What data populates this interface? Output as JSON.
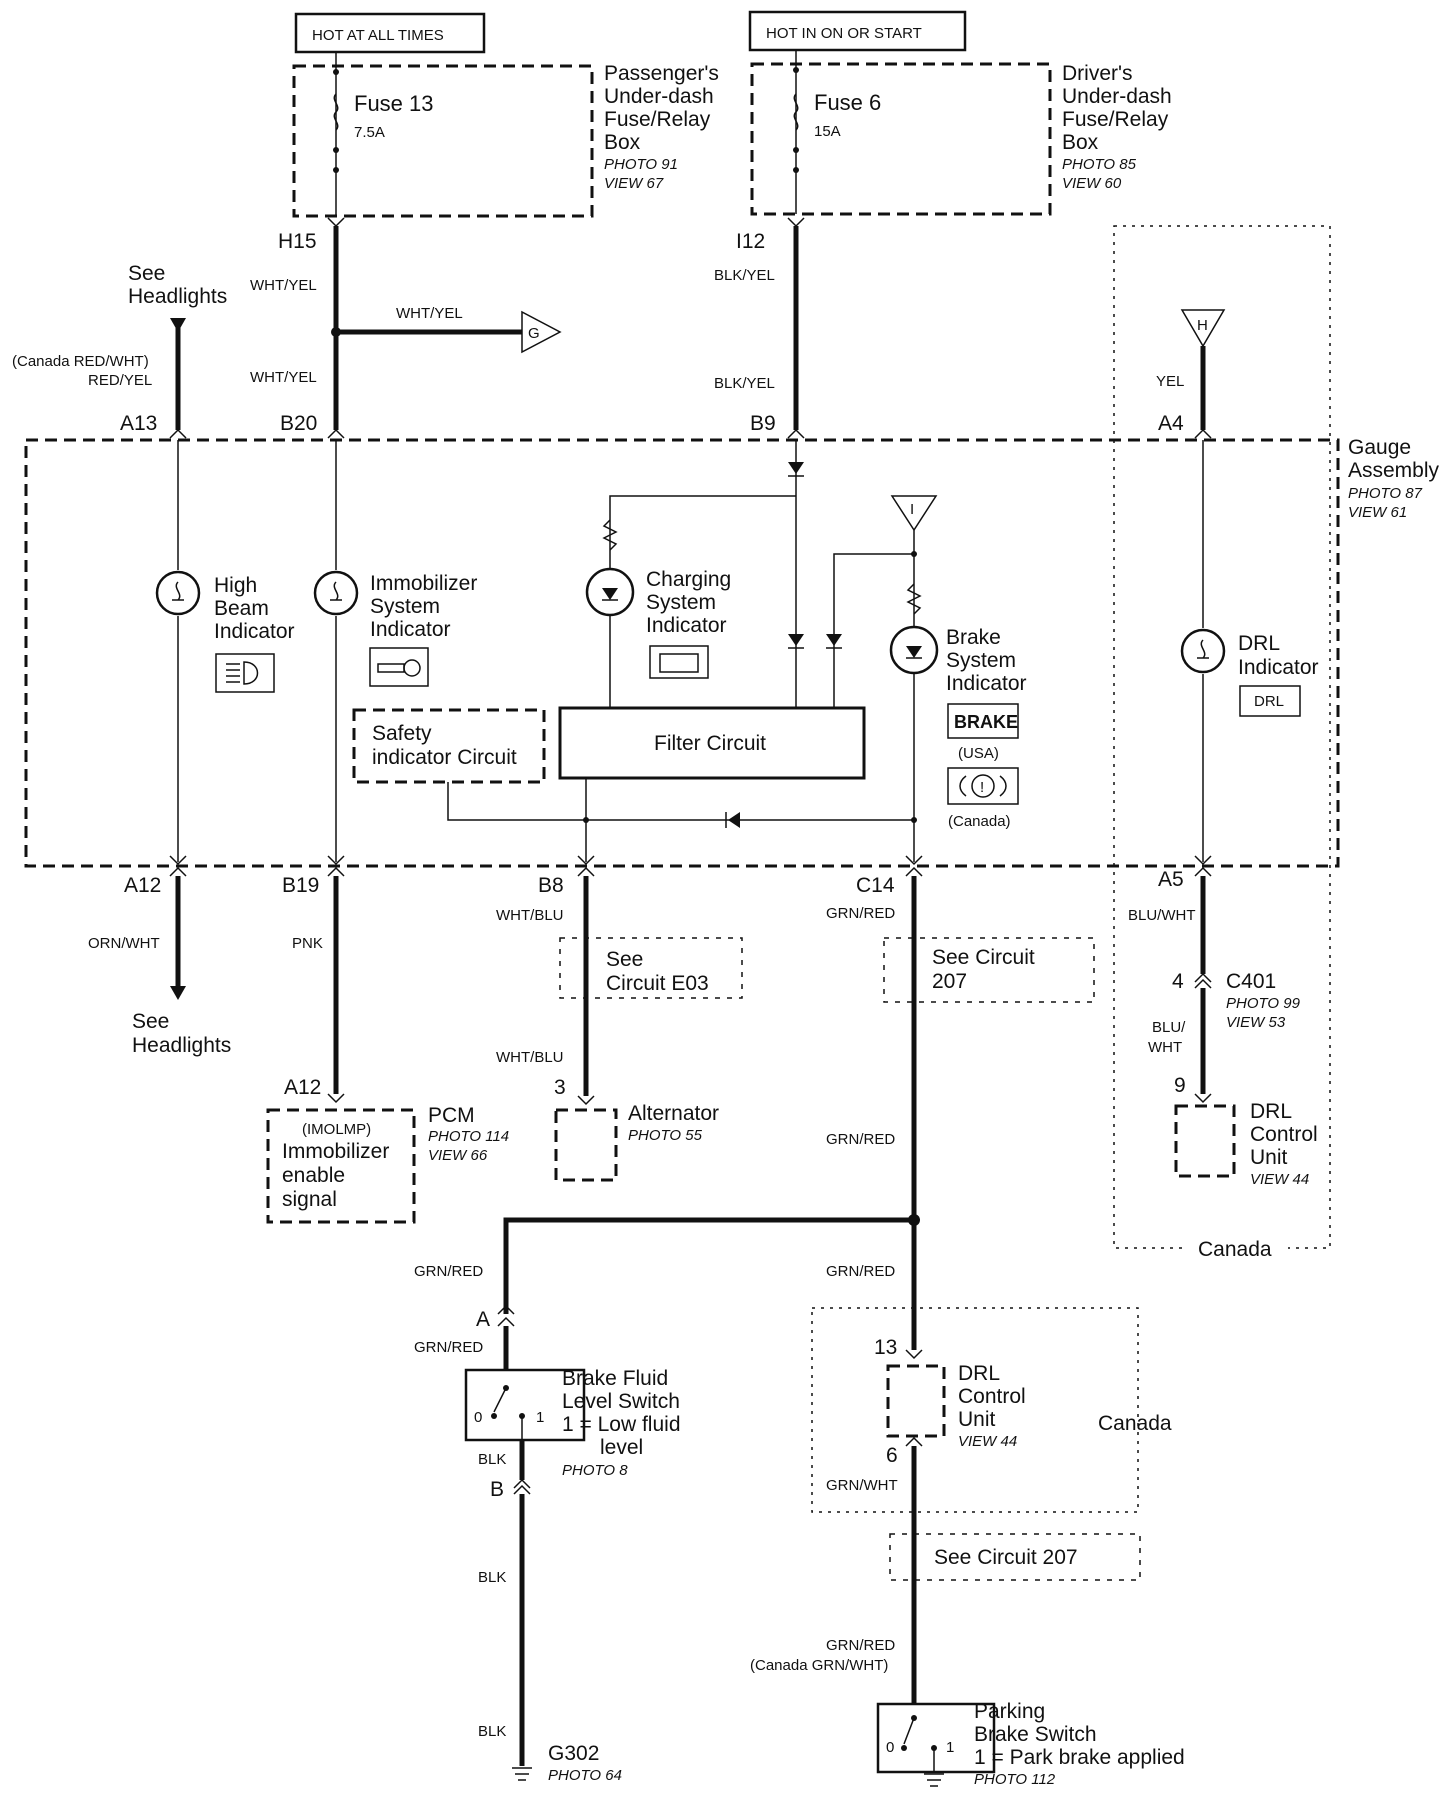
{
  "supply": {
    "hot_all_times": "HOT AT ALL TIMES",
    "hot_on_start": "HOT IN ON OR START"
  },
  "fuse13": {
    "name": "Fuse 13",
    "rating": "7.5A"
  },
  "fuse6": {
    "name": "Fuse 6",
    "rating": "15A"
  },
  "passenger_box": {
    "l1": "Passenger's",
    "l2": "Under-dash",
    "l3": "Fuse/Relay",
    "l4": "Box",
    "photo": "PHOTO 91",
    "view": "VIEW 67"
  },
  "driver_box": {
    "l1": "Driver's",
    "l2": "Under-dash",
    "l3": "Fuse/Relay",
    "l4": "Box",
    "photo": "PHOTO 85",
    "view": "VIEW 60"
  },
  "gauge": {
    "l1": "Gauge",
    "l2": "Assembly",
    "photo": "PHOTO 87",
    "view": "VIEW 61"
  },
  "connectors": {
    "h15": "H15",
    "i12": "I12",
    "a13": "A13",
    "b20": "B20",
    "b9": "B9",
    "a4": "A4",
    "a12": "A12",
    "b19": "B19",
    "b8": "B8",
    "c14": "C14",
    "a5": "A5",
    "pcm_a12": "A12",
    "alt_3": "3",
    "c401_4": "4",
    "drl_9": "9",
    "drl_13": "13",
    "drl_6": "6",
    "bf_a": "A",
    "bf_b": "B"
  },
  "wires": {
    "wht_yel_1": "WHT/YEL",
    "wht_yel_g": "WHT/YEL",
    "wht_yel_2": "WHT/YEL",
    "blk_yel_1": "BLK/YEL",
    "blk_yel_2": "BLK/YEL",
    "canada_red_wht": "(Canada RED/WHT)",
    "red_yel": "RED/YEL",
    "yel": "YEL",
    "orn_wht": "ORN/WHT",
    "pnk": "PNK",
    "wht_blu_1": "WHT/BLU",
    "wht_blu_2": "WHT/BLU",
    "grn_red_1": "GRN/RED",
    "grn_red_2": "GRN/RED",
    "grn_red_3": "GRN/RED",
    "grn_red_4": "GRN/RED",
    "grn_red_5": "GRN/RED",
    "grn_red_6": "GRN/RED",
    "canada_grn_wht": "(Canada GRN/WHT)",
    "blu_wht": "BLU/WHT",
    "blu_wht_2a": "BLU/",
    "blu_wht_2b": "WHT",
    "grn_wht": "GRN/WHT",
    "blk_1": "BLK",
    "blk_2": "BLK",
    "blk_3": "BLK"
  },
  "refs": {
    "see_headlights_top_1": "See",
    "see_headlights_top_2": "Headlights",
    "see_headlights_bot_1": "See",
    "see_headlights_bot_2": "Headlights",
    "g_tri": "G",
    "h_tri": "H",
    "i_tri": "I",
    "see_e03_1": "See",
    "see_e03_2": "Circuit E03",
    "see_207a_1": "See Circuit",
    "see_207a_2": "207",
    "see_207b": "See Circuit 207"
  },
  "indicators": {
    "high_beam": {
      "l1": "High",
      "l2": "Beam",
      "l3": "Indicator"
    },
    "immobilizer": {
      "l1": "Immobilizer",
      "l2": "System",
      "l3": "Indicator"
    },
    "charging": {
      "l1": "Charging",
      "l2": "System",
      "l3": "Indicator"
    },
    "brake": {
      "l1": "Brake",
      "l2": "System",
      "l3": "Indicator",
      "brake_word": "BRAKE",
      "usa": "(USA)",
      "canada": "(Canada)"
    },
    "drl": {
      "l1": "DRL",
      "l2": "Indicator",
      "badge": "DRL"
    }
  },
  "safety": {
    "l1": "Safety",
    "l2": "indicator Circuit"
  },
  "filter": {
    "label": "Filter Circuit"
  },
  "pcm": {
    "title": "PCM",
    "photo": "PHOTO 114",
    "view": "VIEW 66",
    "l1": "(IMOLMP)",
    "l2": "Immobilizer",
    "l3": "enable",
    "l4": "signal"
  },
  "alternator": {
    "title": "Alternator",
    "photo": "PHOTO 55"
  },
  "c401": {
    "title": "C401",
    "photo": "PHOTO 99",
    "view": "VIEW 53"
  },
  "drl_unit_1": {
    "l1": "DRL",
    "l2": "Control",
    "l3": "Unit",
    "view": "VIEW 44"
  },
  "drl_unit_2": {
    "l1": "DRL",
    "l2": "Control",
    "l3": "Unit",
    "view": "VIEW 44"
  },
  "canada_1": "Canada",
  "canada_2": "Canada",
  "brake_fluid": {
    "l1": "Brake Fluid",
    "l2": "Level Switch",
    "l3": "1 = Low fluid",
    "l4": "level",
    "photo": "PHOTO 8",
    "pos0": "0",
    "pos1": "1"
  },
  "parking": {
    "l1": "Parking",
    "l2": "Brake Switch",
    "l3": "1 = Park brake applied",
    "photo": "PHOTO 112",
    "pos0": "0",
    "pos1": "1"
  },
  "ground": {
    "name": "G302",
    "photo": "PHOTO 64"
  }
}
